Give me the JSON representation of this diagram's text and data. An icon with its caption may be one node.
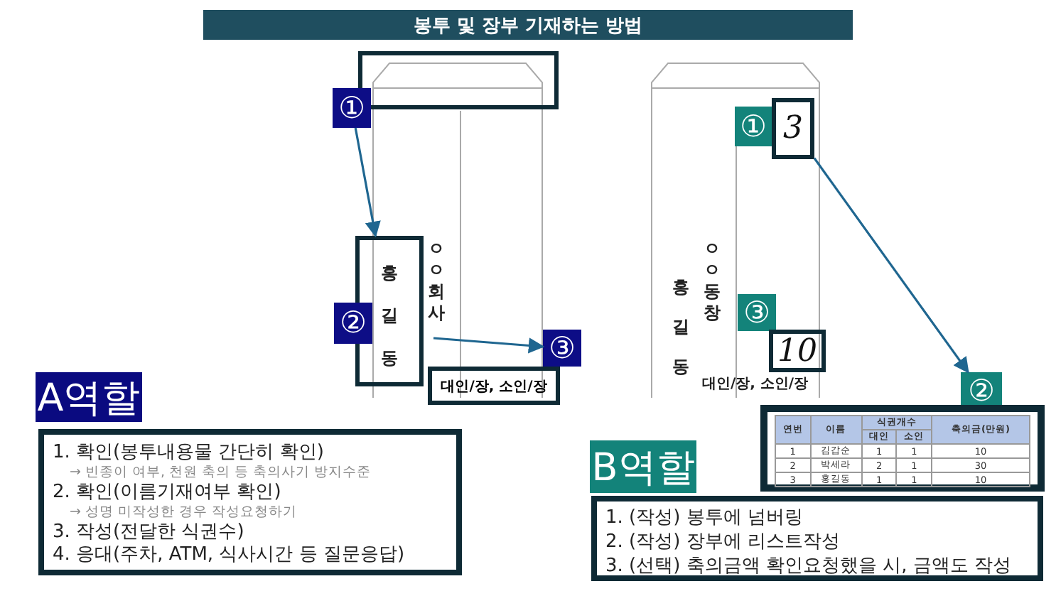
{
  "diagram": {
    "title": "봉투 및 장부 기재하는 방법",
    "nodes": [
      {
        "text": [
          "ㅇㅇ회사"
        ]
      },
      {
        "text": [],
        "shape": "box"
      },
      {
        "text": [
          "①"
        ]
      },
      {
        "text": [
          "홍길동"
        ]
      },
      {
        "text": [
          "②"
        ]
      },
      {
        "text": [
          "③"
        ]
      },
      {
        "text": [
          "대인/장, 소인/장"
        ]
      },
      {
        "text": [
          "홍길동",
          "ㅇㅇ동창",
          "대인/장, 소인/장"
        ]
      },
      {
        "text": [
          "①"
        ],
        "in": 7
      },
      {
        "text": [
          "3"
        ],
        "in": 7
      },
      {
        "text": [
          "③"
        ],
        "in": 7
      },
      {
        "text": [
          "10"
        ]
      },
      {
        "text": [
          "②"
        ]
      },
      {
        "text": [],
        "shape": "box"
      },
      {
        "text": [
          "A역할"
        ]
      },
      {
        "text": [
          "1. 확인(봉투내용물 간단히 확인)",
          "→ 빈종이 여부, 천원 축의 등 축의사기 방지수준",
          "2. 확인(이름기재여부 확인)",
          "→ 성명 미작성한 경우 작성요청하기",
          "3. 작성(전달한 식권수)",
          "4. 응대(주차, ATM, 식사시간 등 질문응답)"
        ]
      },
      {
        "text": [
          "B역할"
        ]
      },
      {
        "text": [
          "1. (작성) 봉투에 넘버링",
          "2. (작성) 장부에 리스트작성",
          "3. (선택) 축의금액 확인요청했을 시, 금액도 작성"
        ]
      }
    ],
    "edges": [
      {
        "from": 2,
        "to": 3,
        "arrow": "to"
      },
      {
        "from": 0,
        "to": 5,
        "arrow": "to"
      },
      {
        "from": 9,
        "to": 12,
        "arrow": "to"
      }
    ],
    "labels": [
      "연번",
      "이름",
      "식권개수",
      "축의금(만원)",
      "대인",
      "소인",
      "1",
      "김갑순",
      "1",
      "1",
      "10",
      "2",
      "박세라",
      "2",
      "1",
      "30",
      "3",
      "홍길동",
      "1",
      "1",
      "10"
    ]
  }
}
